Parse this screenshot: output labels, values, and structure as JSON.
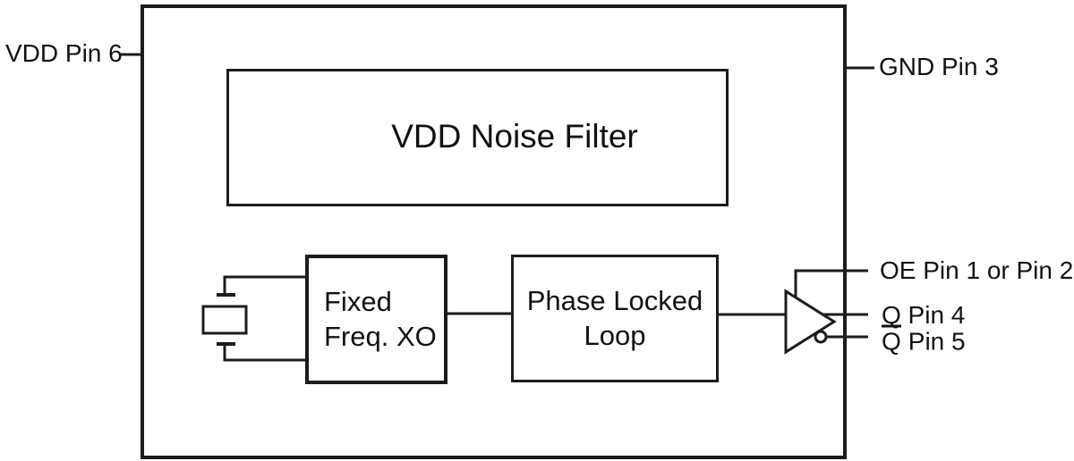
{
  "colors": {
    "line": "#1c1c1c",
    "text": "#111111",
    "background": "#ffffff"
  },
  "pins": {
    "vdd": "VDD Pin 6",
    "gnd": "GND Pin 3",
    "oe": "OE Pin 1 or Pin 2",
    "q": "Q Pin 4",
    "qbar": {
      "overlined": "Q",
      "rest": "Pin 5"
    }
  },
  "blocks": {
    "noise_filter": {
      "label": "VDD Noise Filter"
    },
    "xo": {
      "lines": [
        "Fixed",
        "Freq. XO"
      ]
    },
    "pll": {
      "lines": [
        "Phase Locked",
        "Loop"
      ]
    }
  },
  "symbols": {
    "crystal": "crystal-resonator-symbol",
    "buffer": "output-buffer-triangle",
    "bubble": "inversion-bubble"
  }
}
